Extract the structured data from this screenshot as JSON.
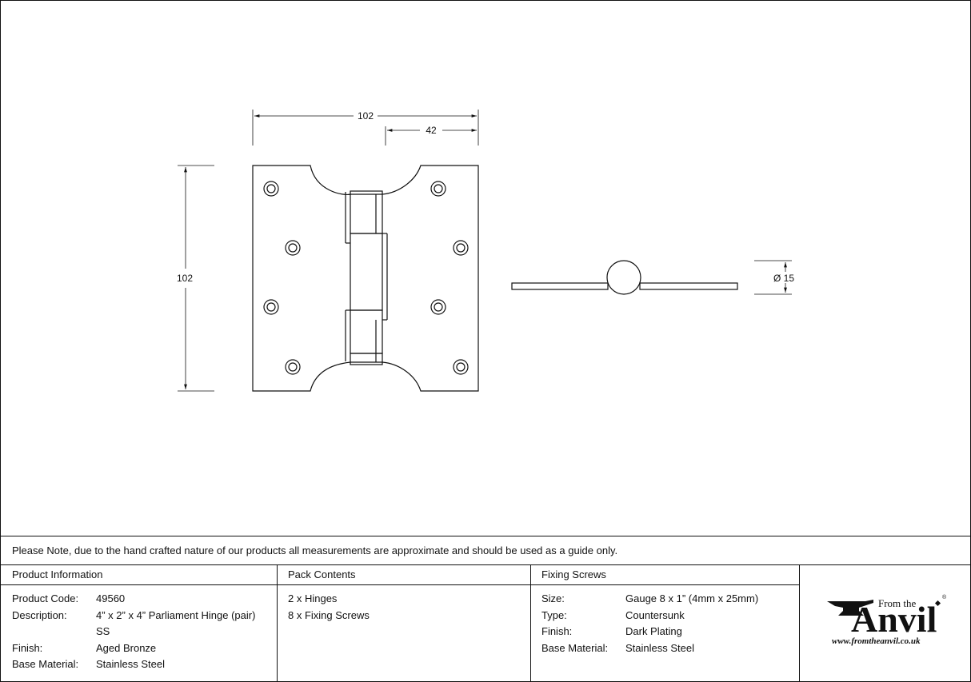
{
  "drawing": {
    "dim_width": "102",
    "dim_leaf": "42",
    "dim_height": "102",
    "dim_knuckle": "Ø 15"
  },
  "note": "Please Note, due to the hand crafted nature of our products all measurements are approximate and should be used as a guide only.",
  "product_info": {
    "header": "Product Information",
    "rows": [
      {
        "label": "Product Code:",
        "value": "49560"
      },
      {
        "label": "Description:",
        "value": "4” x 2” x 4” Parliament Hinge (pair)",
        "value2": "SS"
      },
      {
        "label": "Finish:",
        "value": "Aged Bronze"
      },
      {
        "label": "Base Material:",
        "value": "Stainless Steel"
      }
    ]
  },
  "pack_contents": {
    "header": "Pack Contents",
    "items": [
      "2 x Hinges",
      "8 x Fixing Screws"
    ]
  },
  "fixing_screws": {
    "header": "Fixing Screws",
    "rows": [
      {
        "label": "Size:",
        "value": "Gauge 8 x 1” (4mm x 25mm)"
      },
      {
        "label": "Type:",
        "value": "Countersunk"
      },
      {
        "label": "Finish:",
        "value": "Dark Plating"
      },
      {
        "label": "Base Material:",
        "value": "Stainless Steel"
      }
    ]
  },
  "logo": {
    "from_the": "From the",
    "name": "Anvil",
    "registered": "®",
    "url": "www.fromtheanvil.co.uk"
  }
}
